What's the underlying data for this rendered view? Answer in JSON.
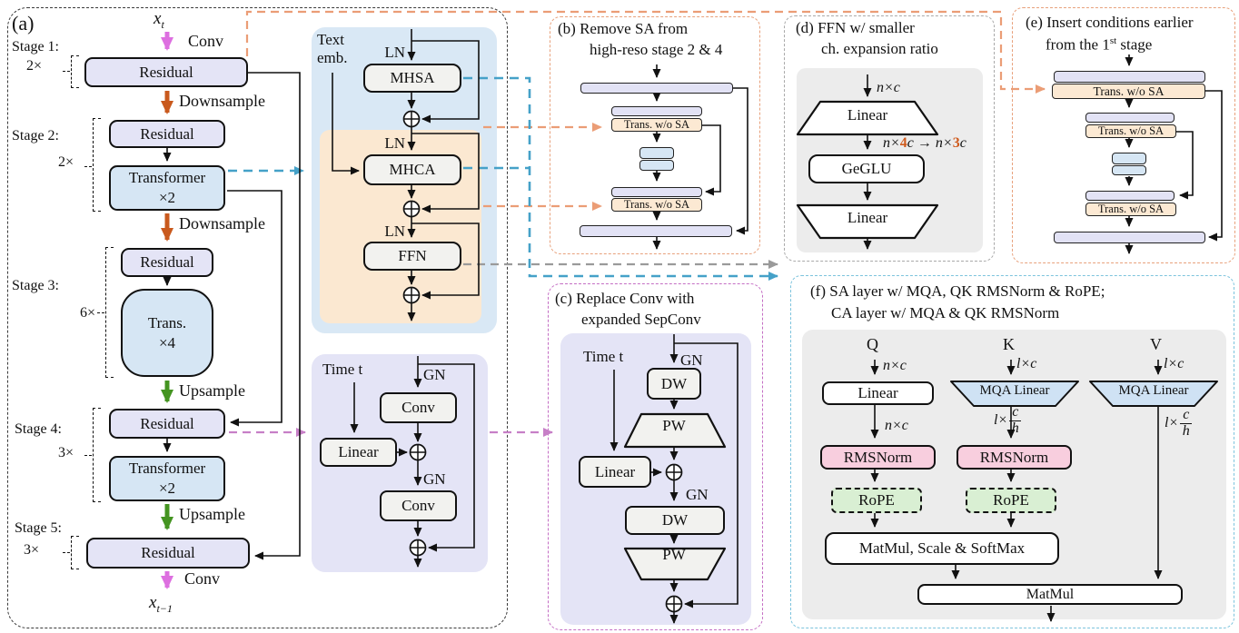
{
  "colors": {
    "lavender_box": "#e4e4f6",
    "blue_box": "#d6e6f4",
    "blue_panel": "#d9e8f5",
    "orange_panel": "#fbe8d1",
    "resblock_panel": "#e4e4f6",
    "gray_panel": "#ececec",
    "gray_box": "#f2f2ef",
    "pink_box": "#f8cede",
    "green_box": "#d9efd3",
    "mqa_box": "#cfe2f4",
    "downsample_arrow": "#c9591d",
    "upsample_arrow": "#449421",
    "conv_arrow": "#dd6fe0",
    "blue_link": "#45a1c8",
    "orange_link": "#eb9d76",
    "pink_link": "#c77fc7",
    "gray_link": "#9a9a9a"
  },
  "panel_a": {
    "label": "(a)",
    "xt_base": "x",
    "xt_sub": "t",
    "conv_in": "Conv",
    "conv_out": "Conv",
    "xout_base": "x",
    "xout_sub": "t−1",
    "downsample": "Downsample",
    "upsample": "Upsample",
    "residual": "Residual",
    "transformer_l1": "Transformer",
    "transformer_l2": "×2",
    "trans4_l1": "Trans.",
    "trans4_l2": "×4",
    "stages": [
      {
        "name": "Stage 1:",
        "mult": "2×"
      },
      {
        "name": "Stage 2:",
        "mult": "2×"
      },
      {
        "name": "Stage 3:",
        "mult": "6×"
      },
      {
        "name": "Stage 4:",
        "mult": "3×"
      },
      {
        "name": "Stage 5:",
        "mult": "3×"
      }
    ]
  },
  "transformer_block": {
    "text_l1": "Text",
    "text_l2": "emb.",
    "ln": "LN",
    "mhsa": "MHSA",
    "mhca": "MHCA",
    "ffn": "FFN"
  },
  "res_block": {
    "time": "Time t",
    "gn": "GN",
    "conv": "Conv",
    "linear": "Linear"
  },
  "panel_b": {
    "title_l1": "(b) Remove SA from",
    "title_l2": "high-reso stage 2 & 4",
    "trans_wo_sa": "Trans. w/o SA"
  },
  "panel_c": {
    "title_l1": "(c) Replace Conv with",
    "title_l2": "expanded SepConv",
    "time": "Time t",
    "gn": "GN",
    "dw": "DW",
    "pw": "PW",
    "linear": "Linear"
  },
  "panel_d": {
    "title_l1": "(d) FFN w/ smaller",
    "title_l2": "ch. expansion ratio",
    "linear": "Linear",
    "geglu": "GeGLU",
    "dim_in": "n×c",
    "mid_p1": "n×",
    "mid_4": "4",
    "mid_p2": "c → n×",
    "mid_3": "3",
    "mid_p3": "c"
  },
  "panel_e": {
    "title_l1": "(e) Insert conditions earlier",
    "t2_pre": "from the 1",
    "t2_sup": "st",
    "t2_post": " stage",
    "trans_wo_sa": "Trans. w/o SA"
  },
  "panel_f": {
    "title_l1": "(f) SA layer w/ MQA, QK RMSNorm & RoPE;",
    "title_l2": "CA layer w/ MQA & QK RMSNorm",
    "q": "Q",
    "k": "K",
    "v": "V",
    "linear": "Linear",
    "mqa_linear": "MQA Linear",
    "rmsnorm": "RMSNorm",
    "rope": "RoPE",
    "matmul_scale": "MatMul, Scale & SoftMax",
    "matmul": "MatMul",
    "dim_q_in": "n×c",
    "dim_q_mid": "n×c",
    "dim_k_in": "l×c",
    "dim_v_in": "l×c",
    "frac_pre": "l×",
    "frac_num": "c",
    "frac_den": "h"
  }
}
